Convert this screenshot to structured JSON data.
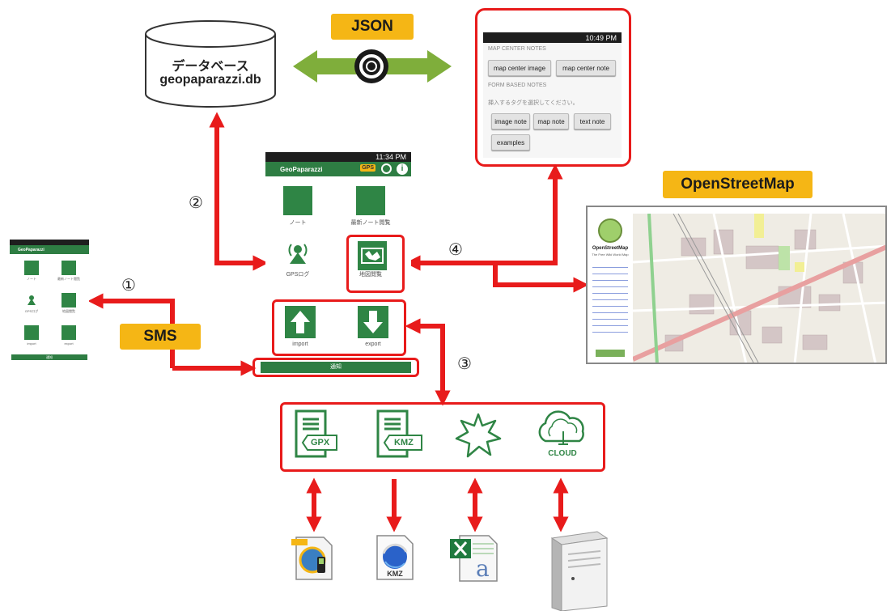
{
  "tags": {
    "json": "JSON",
    "sms": "SMS",
    "osm": "OpenStreetMap"
  },
  "markers": {
    "one": "①",
    "two": "②",
    "three": "③",
    "four": "④"
  },
  "database": {
    "title": "データベース",
    "file": "geopaparazzi.db"
  },
  "main_phone": {
    "time": "11:34 PM",
    "app_title": "GeoPaparazzi",
    "gps_badge": "GPS",
    "tiles": [
      {
        "label": "ノート"
      },
      {
        "label": "最新ノート閲覧"
      },
      {
        "label": "GPSログ"
      },
      {
        "label": "地図閲覧"
      },
      {
        "label": "import"
      },
      {
        "label": "export"
      }
    ],
    "bottom_button": "通知"
  },
  "small_phone": {
    "app_title": "GeoPaparazzi",
    "labels": [
      "ノート",
      "最新ノート閲覧",
      "GPSログ",
      "地図閲覧",
      "import",
      "export"
    ],
    "bottom_button": "通知"
  },
  "notes_screen": {
    "time": "10:49 PM",
    "section_map": "MAP CENTER NOTES",
    "btn_map_center_image": "map center image",
    "btn_map_center_note": "map center note",
    "section_form": "FORM BASED NOTES",
    "instruction": "挿入するタグを選択してください。",
    "btn_image_note": "image note",
    "btn_map_note": "map note",
    "btn_text_note": "text note",
    "btn_examples": "examples"
  },
  "osm_screen": {
    "site_name": "OpenStreetMap",
    "tagline": "The Free Wiki World Map"
  },
  "export_formats": [
    {
      "label": "GPX",
      "icon": "gpx-file-icon"
    },
    {
      "label": "KMZ",
      "icon": "kmz-file-icon"
    },
    {
      "label": "",
      "icon": "star-shape-icon"
    },
    {
      "label": "CLOUD",
      "icon": "cloud-icon"
    }
  ],
  "targets": {
    "kmz_app_label": "KMZ",
    "excel_letter": "a"
  },
  "colors": {
    "arrow_red": "#e81b1b",
    "tag_orange": "#f5b615",
    "app_green": "#2f8545",
    "json_arrow_green": "#7fae3b"
  }
}
